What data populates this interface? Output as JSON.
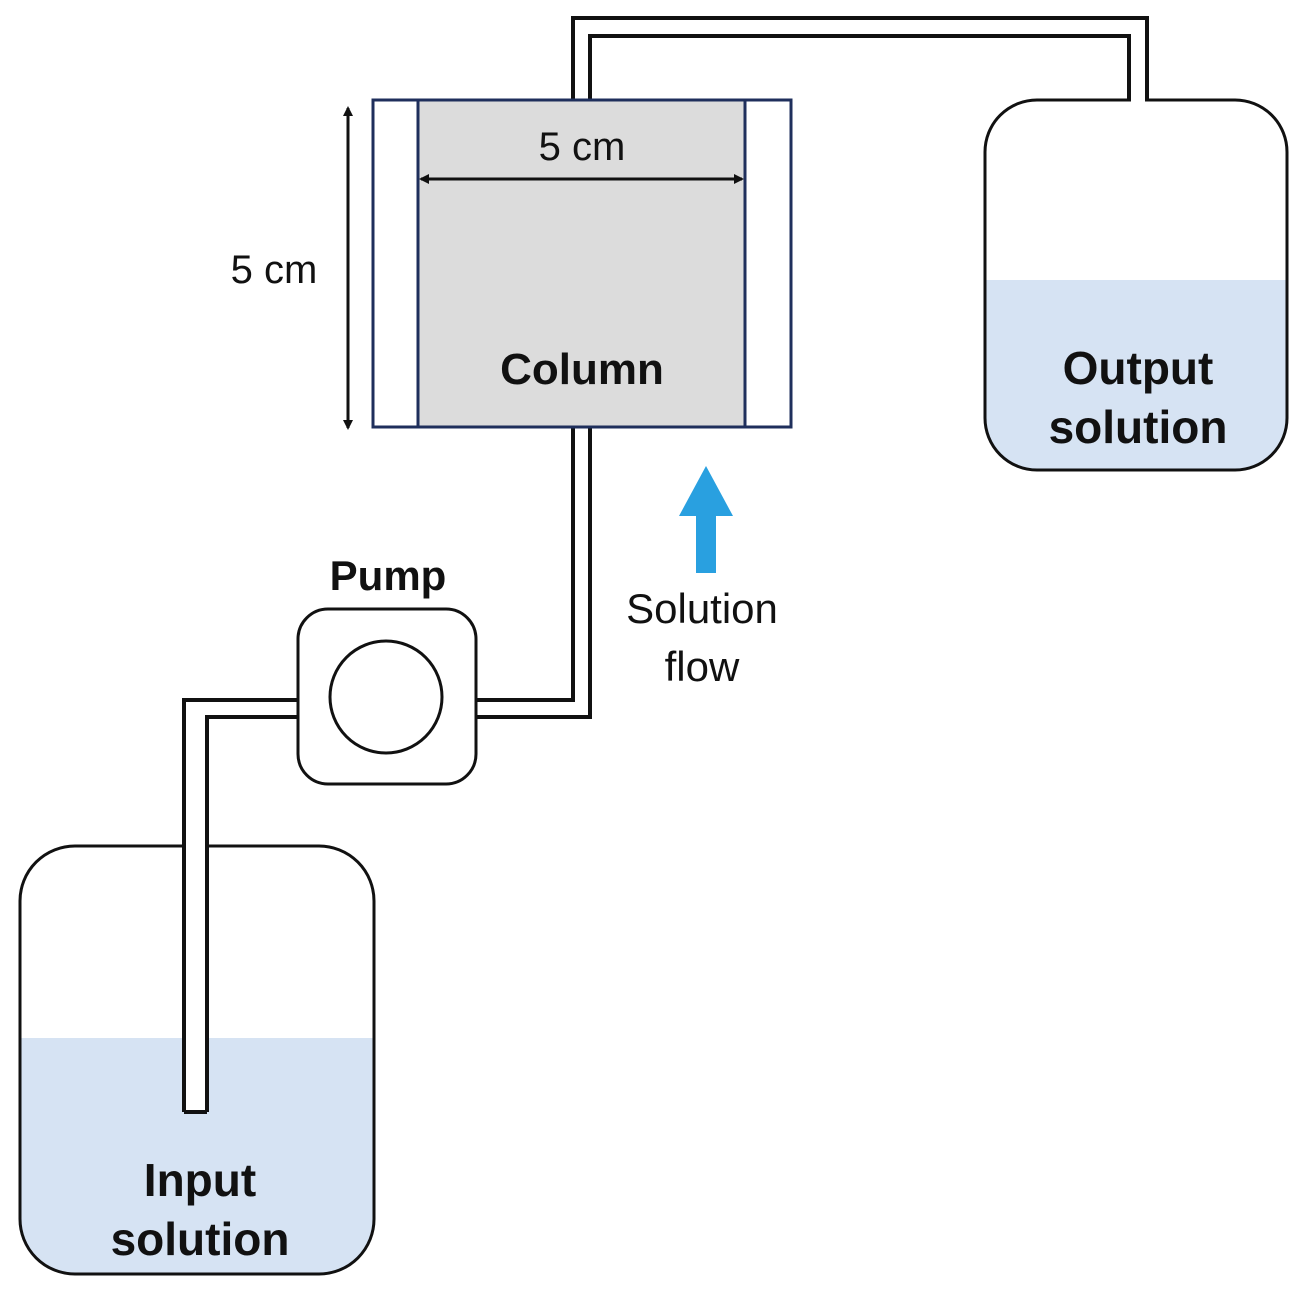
{
  "labels": {
    "column": "Column",
    "width_dimension": "5 cm",
    "height_dimension": "5 cm",
    "pump": "Pump",
    "solution_flow_line1": "Solution",
    "solution_flow_line2": "flow",
    "output_line1": "Output",
    "output_line2": "solution",
    "input_line1": "Input",
    "input_line2": "solution"
  },
  "colors": {
    "liquid": "#d6e3f3",
    "column_fill": "#dcdcdc",
    "column_border": "#1f2f5c",
    "flow_arrow": "#29a0e0",
    "outline": "#111111"
  }
}
